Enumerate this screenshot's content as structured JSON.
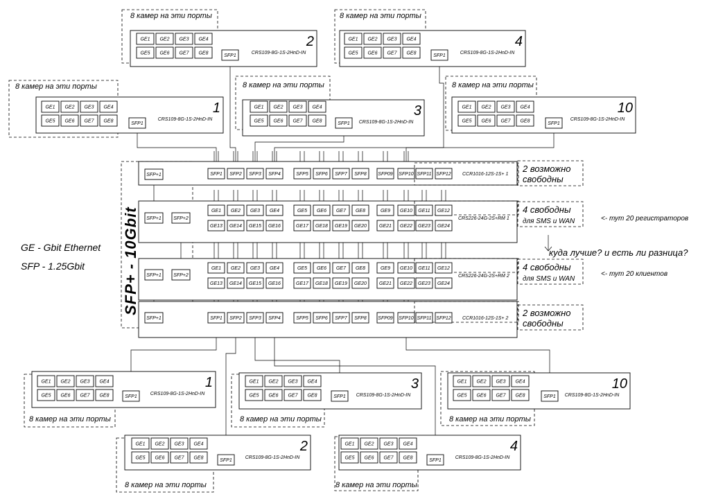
{
  "camera_ports_caption": "8 камер на эти порты",
  "ge_ports": [
    "GE1",
    "GE2",
    "GE3",
    "GE4",
    "GE5",
    "GE6",
    "GE7",
    "GE8"
  ],
  "switch_uplink": "SFP1",
  "switch_model": "CRS109-8G-1S-2HnD-IN",
  "top_switches": [
    {
      "num": "1",
      "model": "CRS109-8G-1S-2HnD-IN"
    },
    {
      "num": "2",
      "model": "CRS109-8G-1S-2HnD-IN"
    },
    {
      "num": "3",
      "model": "CRS109-8G-1S-2HnD-IN"
    },
    {
      "num": "4",
      "model": "CRS109-8G-1S-2HnD-IN"
    },
    {
      "num": "10",
      "model": "CRS109-8G-1S-2HnD-IN"
    }
  ],
  "bottom_switches": [
    {
      "num": "1",
      "model": "CRS109-8G-1S-2HnD-IN"
    },
    {
      "num": "2",
      "model": "CRS109-8G-1S-2HnD-IN"
    },
    {
      "num": "3",
      "model": "CRS109-8G-1S-2HnD-IN"
    },
    {
      "num": "4",
      "model": "CRS109-8G-1S-2HnD-IN"
    },
    {
      "num": "10",
      "model": "CRS109-8G-1S-2HnD-IN"
    }
  ],
  "ccr_ports": [
    "SFP1",
    "SFP2",
    "SFP3",
    "SFP4",
    "SFP5",
    "SFP6",
    "SFP7",
    "SFP8",
    "SFP09",
    "SFP10",
    "SFP11",
    "SFP12"
  ],
  "crs226_ports_top": [
    "GE1",
    "GE2",
    "GE3",
    "GE4",
    "GE5",
    "GE6",
    "GE7",
    "GE8",
    "GE9",
    "GE10",
    "GE11",
    "GE12"
  ],
  "crs226_ports_bottom": [
    "GE13",
    "GE14",
    "GE15",
    "GE16",
    "GE17",
    "GE18",
    "GE19",
    "GE20",
    "GE21",
    "GE22",
    "GE23",
    "GE24"
  ],
  "core": [
    {
      "id": "ccr1",
      "model": "CCR1016-12S-1S+ 1",
      "plus_ports": [
        "SFP+1"
      ],
      "avail_line1": "2 возможно",
      "avail_line2": "свободны"
    },
    {
      "id": "crs1",
      "model": "CRS226-24G-2S+RM 1",
      "plus_ports": [
        "SFP+1",
        "SFP+2"
      ],
      "avail_line1": "4 свободны",
      "avail_line2": "для SMS и WAN",
      "note": "<- тут 20 регистраторов"
    },
    {
      "id": "crs2",
      "model": "CRS226-24G-2S+RM 2",
      "plus_ports": [
        "SFP+1",
        "SFP+2"
      ],
      "avail_line1": "4 свободны",
      "avail_line2": "для SMS и WAN",
      "note": "<- тут 20 клиентов"
    },
    {
      "id": "ccr2",
      "model": "CCR1016-12S-1S+ 2",
      "plus_ports": [
        "SFP+1"
      ],
      "avail_line1": "2 возможно",
      "avail_line2": "свободны"
    }
  ],
  "question": "куда лучше? и есть ли разница?",
  "vertical_label": "SFP+  -  10Gbit",
  "legend": {
    "ge": "GE  -  Gbit Ethernet",
    "sfp": "SFP  -  1.25Gbit"
  }
}
